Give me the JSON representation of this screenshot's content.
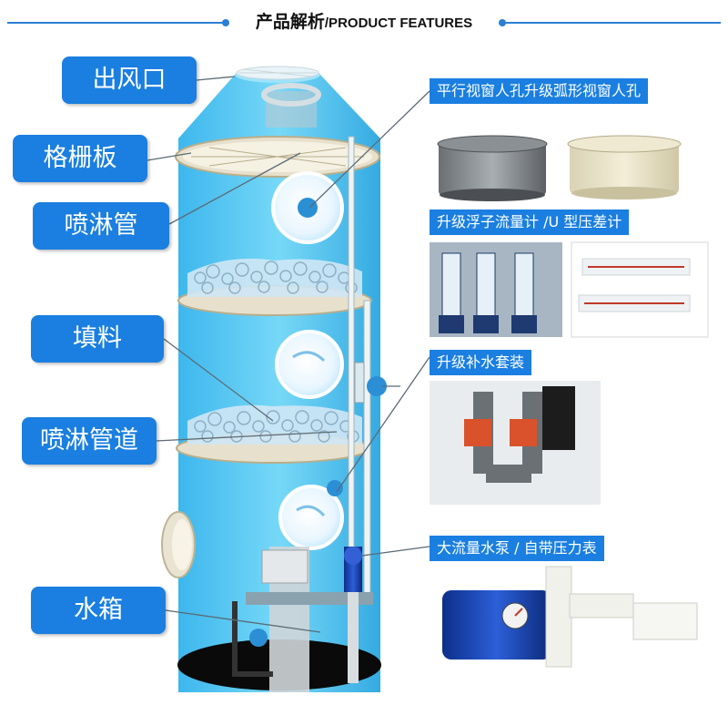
{
  "header": {
    "title_cn": "产品解析",
    "title_en": "/PRODUCT FEATURES"
  },
  "labels": {
    "outlet": "出风口",
    "grid_plate": "格栅板",
    "spray_pipe": "喷淋管",
    "packing": "填料",
    "spray_pipeline": "喷淋管道",
    "water_tank": "水箱"
  },
  "features": [
    {
      "caption": "平行视窗人孔升级弧形视窗人孔"
    },
    {
      "caption": "升级浮子流量计 /U 型压差计"
    },
    {
      "caption": "升级补水套装"
    },
    {
      "caption": "大流量水泵 / 自带压力表"
    }
  ],
  "colors": {
    "accent": "#1a7fe0",
    "tower": "#4fc8f2",
    "header_line": "#2a7fd4"
  }
}
